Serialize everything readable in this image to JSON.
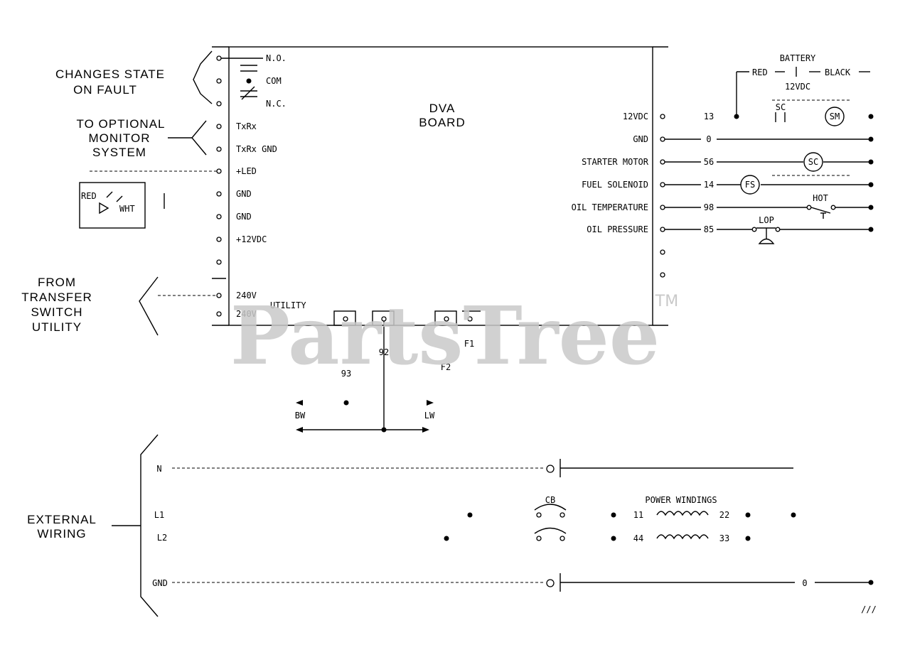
{
  "board": {
    "title_line1": "DVA",
    "title_line2": "BOARD"
  },
  "left_groups": {
    "changes_state": [
      "CHANGES STATE",
      "ON FAULT"
    ],
    "to_optional": [
      "TO OPTIONAL",
      "MONITOR",
      "SYSTEM"
    ],
    "from_transfer": [
      "FROM",
      "TRANSFER",
      "SWITCH",
      "UTILITY"
    ],
    "external_wiring": [
      "EXTERNAL",
      "WIRING"
    ]
  },
  "left_terminals": [
    "N.O.",
    "COM",
    "N.C.",
    "TxRx",
    "TxRx GND",
    "+LED",
    "GND",
    "GND",
    "+12VDC",
    "240V",
    "240V"
  ],
  "utility_label": "UTILITY",
  "led_box": {
    "red": "RED",
    "wht": "WHT"
  },
  "right_terminals": [
    "12VDC",
    "GND",
    "STARTER MOTOR",
    "FUEL SOLENOID",
    "OIL TEMPERATURE",
    "OIL PRESSURE"
  ],
  "right_wires": [
    "13",
    "0",
    "56",
    "14",
    "98",
    "85"
  ],
  "battery": {
    "title": "BATTERY",
    "red": "RED",
    "black": "BLACK",
    "volts": "12VDC"
  },
  "components": {
    "sc": "SC",
    "sm": "SM",
    "fs": "FS",
    "lop": "LOP",
    "hot": "HOT"
  },
  "bottom_wires": {
    "w93": "93",
    "w92": "92",
    "f1": "F1",
    "f2": "F2",
    "bw": "BW",
    "lw": "LW"
  },
  "ext_lines": {
    "n": "N",
    "l1": "L1",
    "l2": "L2",
    "gnd": "GND"
  },
  "cb": "CB",
  "power_windings": {
    "title": "POWER WINDINGS",
    "w11": "11",
    "w22": "22",
    "w44": "44",
    "w33": "33"
  },
  "gnd_wire": "0",
  "footnote": "///",
  "watermark": {
    "text": "PartsTree",
    "tm": "TM"
  }
}
